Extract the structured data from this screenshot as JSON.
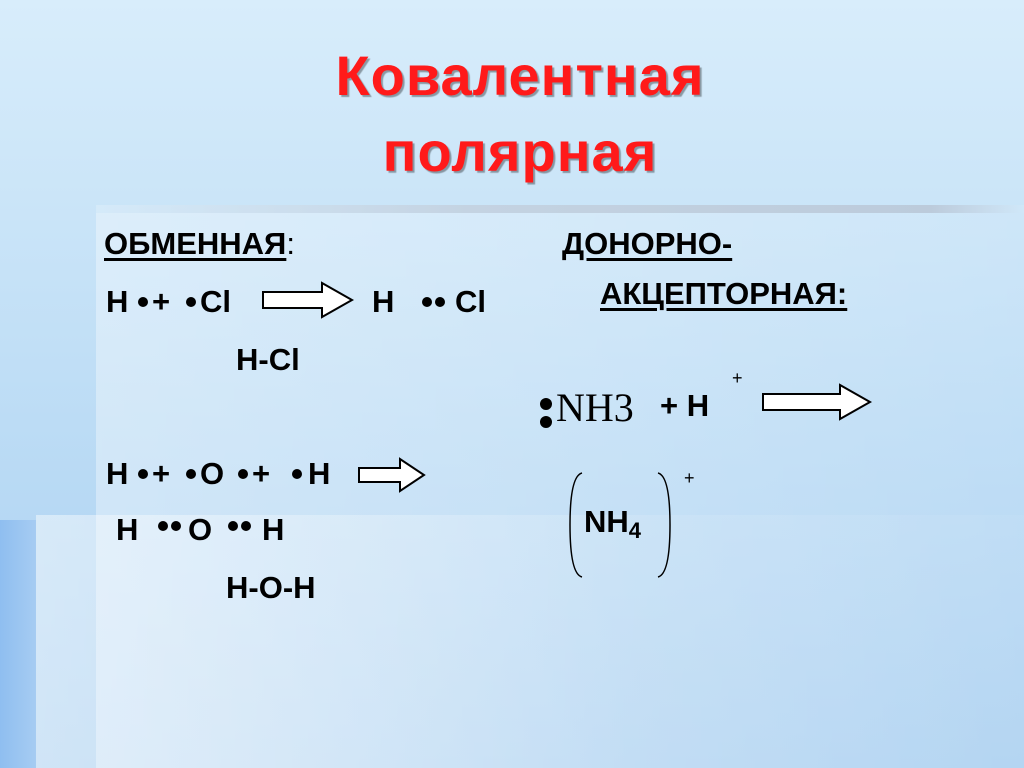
{
  "title": {
    "line1": "Ковалентная",
    "line2": "полярная"
  },
  "left": {
    "heading": "ОБМЕННАЯ",
    "heading_colon": ":",
    "hcl": {
      "h": "H",
      "plus": "+",
      "cl": "Cl",
      "prod_h": "H",
      "prod_cl": "Cl",
      "bond": "H-Cl"
    },
    "water": {
      "h1": "H",
      "plus1": "+",
      "o": "O",
      "plus2": "+",
      "h2": "H",
      "prod_h1": "H",
      "prod_o": "O",
      "prod_h2": "H",
      "bond": "H-O-H"
    }
  },
  "right": {
    "heading_line1": "ДОНОРНО-",
    "heading_line2": "АКЦЕПТОРНАЯ:",
    "reaction": {
      "nh3": "NH3",
      "plus_h": "+ H",
      "charge": "+"
    },
    "product": {
      "nh": "NH",
      "sub": "4",
      "charge": "+"
    }
  },
  "colors": {
    "title": "#ff1a1a",
    "text": "#000000",
    "arrow_fill": "#ffffff"
  },
  "icons": [
    "arrow-right-icon",
    "bracket-left-icon",
    "bracket-right-icon"
  ]
}
